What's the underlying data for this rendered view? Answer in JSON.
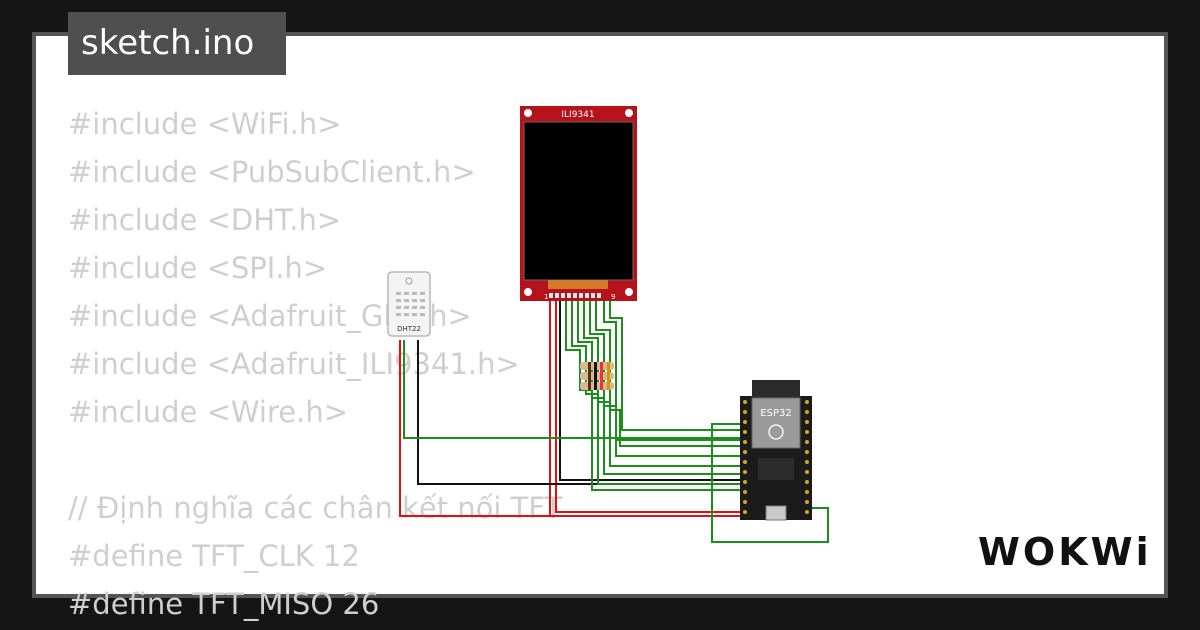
{
  "tab": {
    "filename": "sketch.ino"
  },
  "code": {
    "lines": [
      "#include <WiFi.h>",
      "#include <PubSubClient.h>",
      "#include <DHT.h>",
      "#include <SPI.h>",
      "#include <Adafruit_GFX.h>",
      "#include <Adafruit_ILI9341.h>",
      "#include <Wire.h>",
      "",
      "// Định nghĩa các chân kết nối TFT",
      "#define TFT_CLK 12",
      "#define TFT_MISO 26"
    ]
  },
  "components": {
    "display": {
      "label": "ILI9341",
      "pin_first": "1",
      "pin_last": "9"
    },
    "sensor": {
      "label": "DHT22"
    },
    "mcu": {
      "label": "ESP32"
    }
  },
  "brand": {
    "logo": "WOKWi"
  },
  "colors": {
    "background": "#151515",
    "card": "#ffffff",
    "card_border": "#555555",
    "tab": "#4f4f4f",
    "code_text": "#cfcfcf",
    "tft_board": "#b5121b",
    "wire_green": "#1a8f1a",
    "wire_red": "#e01010",
    "wire_black": "#111111",
    "esp32_board": "#1b1b1b"
  }
}
